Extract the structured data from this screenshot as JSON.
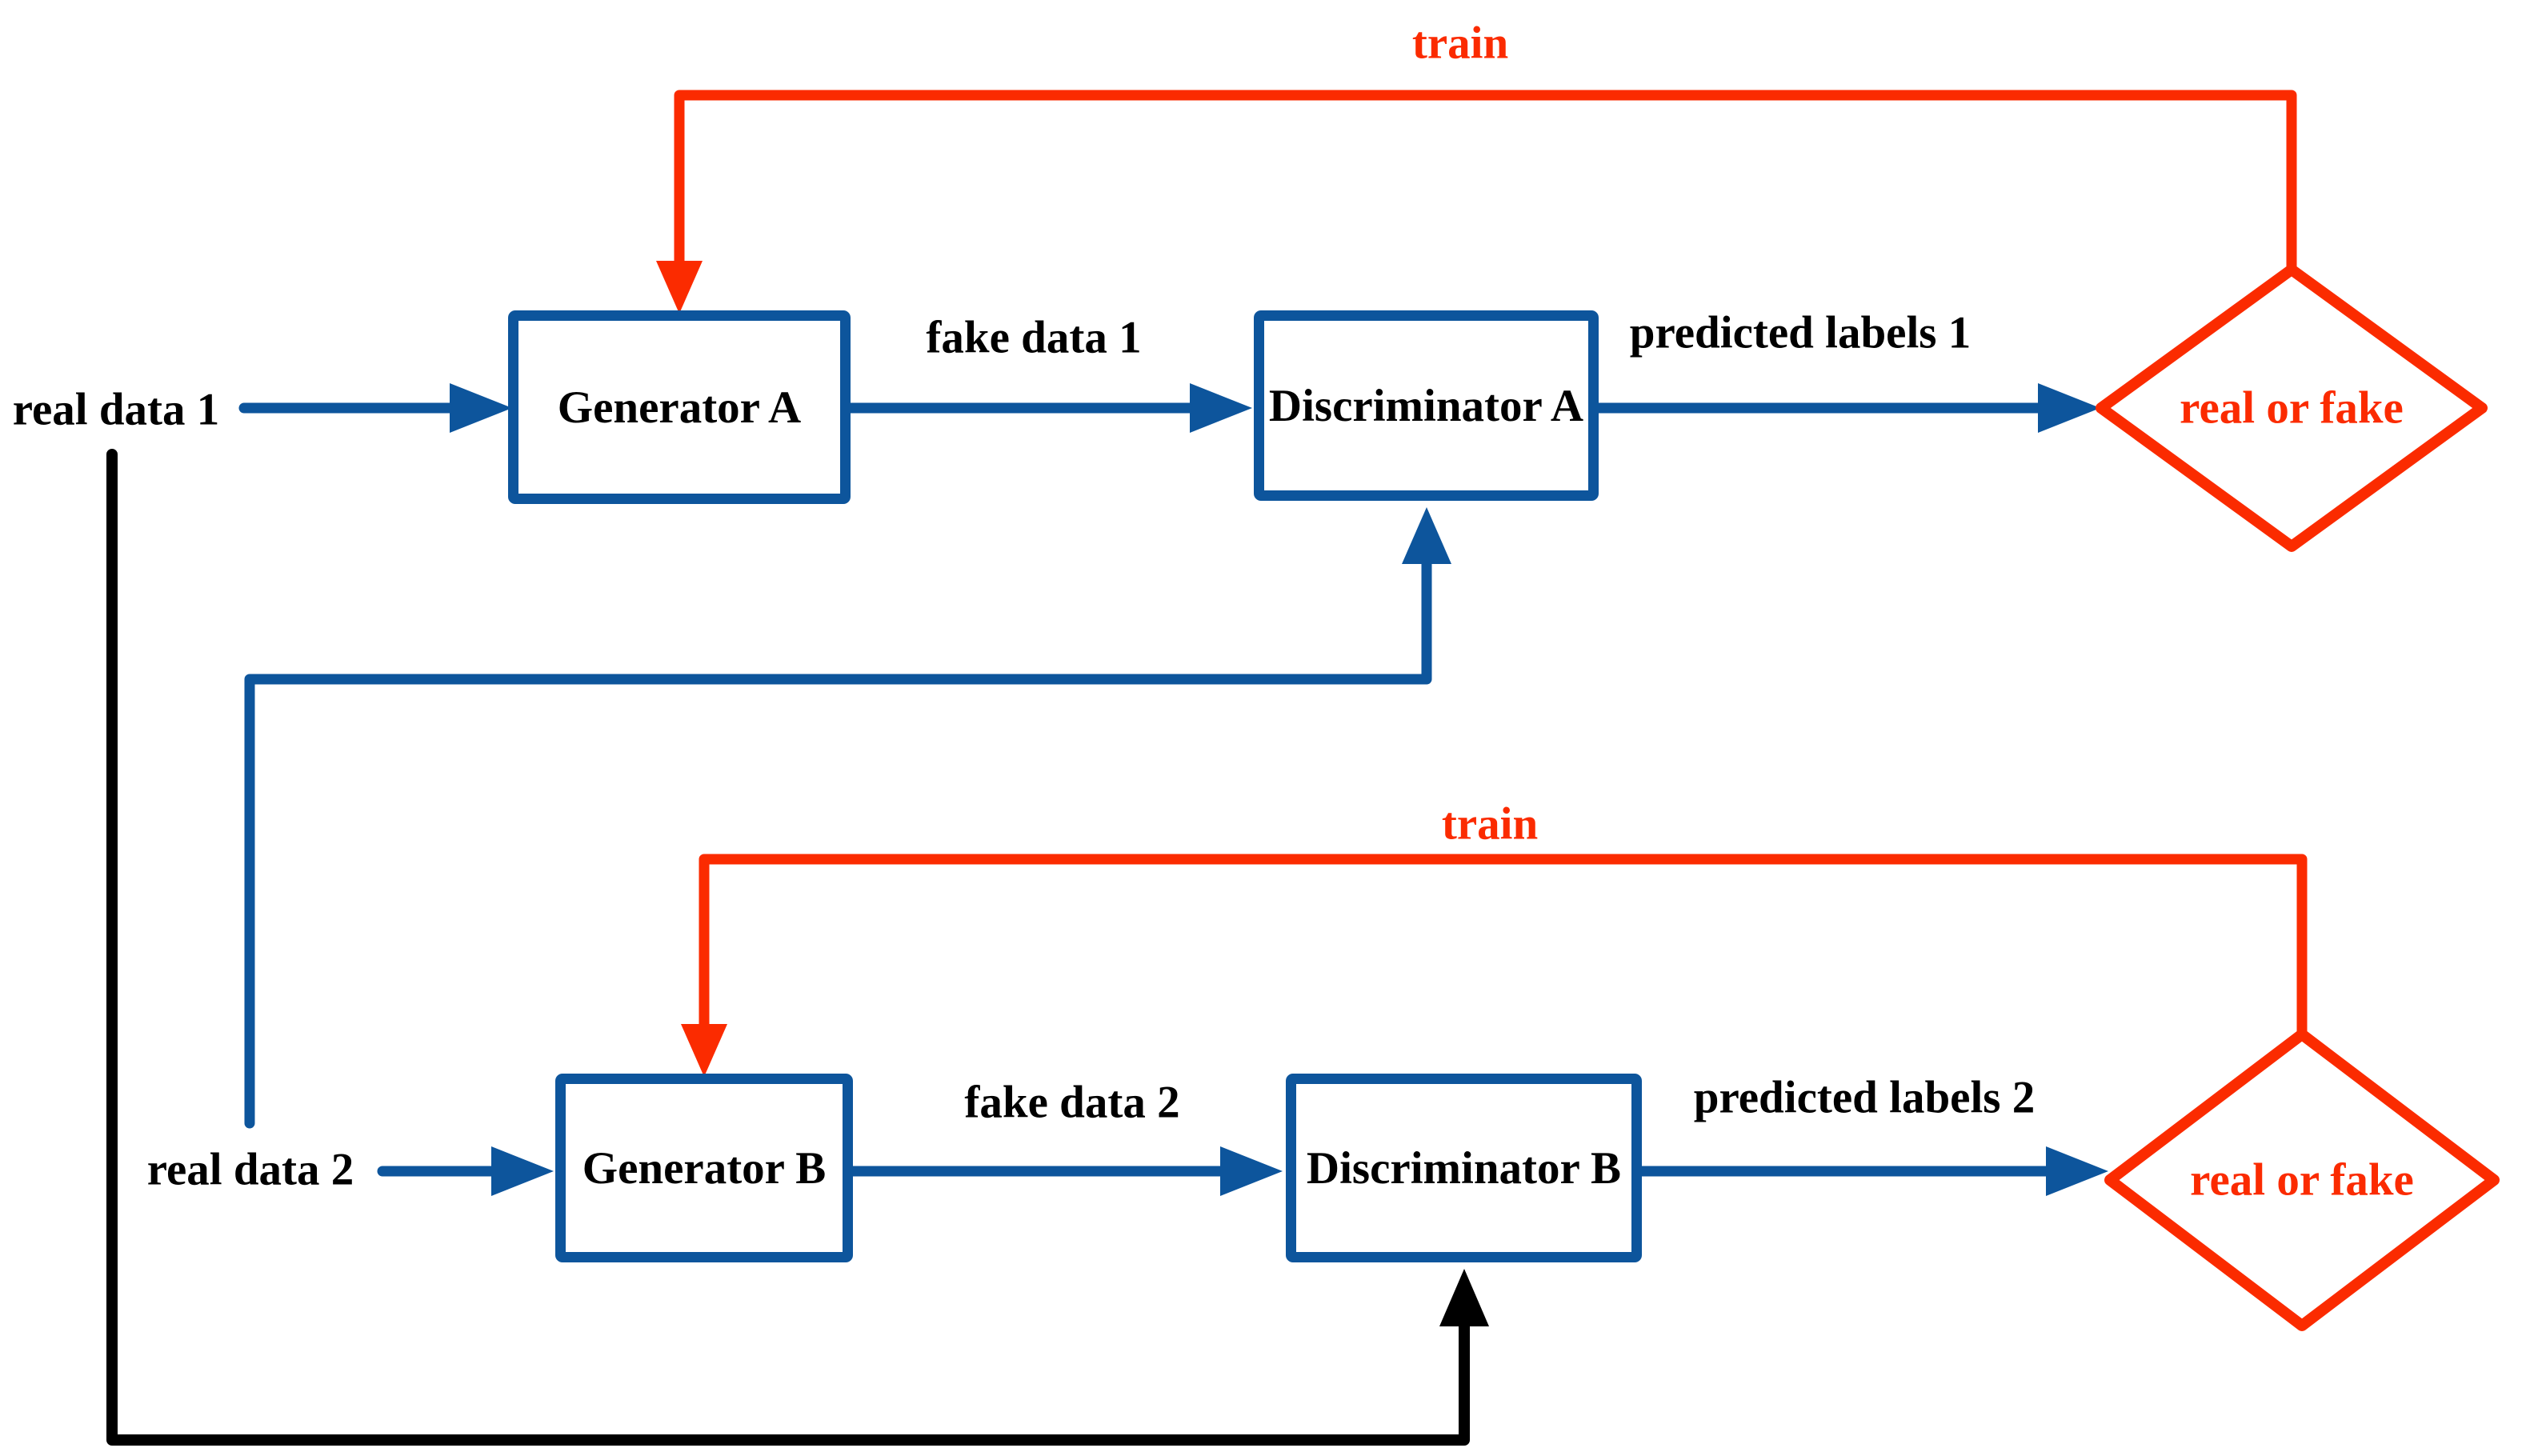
{
  "title": "dual GAN training diagram",
  "colors": {
    "blue": "#0D559C",
    "red": "#FB2B00",
    "black": "#000000"
  },
  "row1": {
    "input_label": "real data 1",
    "generator_label": "Generator A",
    "fake_data_label": "fake data 1",
    "discriminator_label": "Discriminator A",
    "predicted_labels_label": "predicted labels 1",
    "decision_label": "real or fake",
    "train_label": "train"
  },
  "row2": {
    "input_label": "real data 2",
    "generator_label": "Generator B",
    "fake_data_label": "fake data 2",
    "discriminator_label": "Discriminator B",
    "predicted_labels_label": "predicted labels 2",
    "decision_label": "real or fake",
    "train_label": "train"
  }
}
